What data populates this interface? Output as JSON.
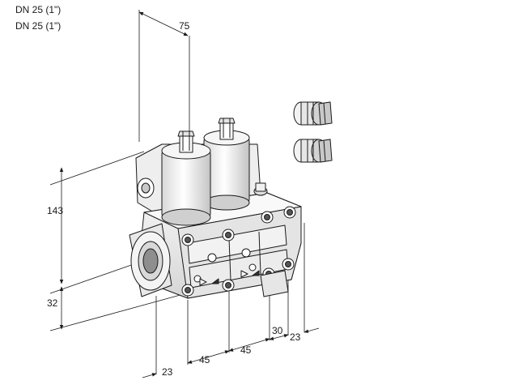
{
  "header": {
    "line1": "DN 25 (1\")",
    "line2": "DN 25 (1\")"
  },
  "dimensions": {
    "top_width": "75",
    "height_total": "143",
    "height_base": "32",
    "bottom_1": "23",
    "bottom_2": "45",
    "bottom_3": "45",
    "bottom_4": "30",
    "bottom_5": "23"
  },
  "colors": {
    "line": "#1a1a1a",
    "metal_light": "#f2f2f2",
    "metal_mid": "#d0d0d0",
    "metal_dark": "#9a9a9a"
  }
}
